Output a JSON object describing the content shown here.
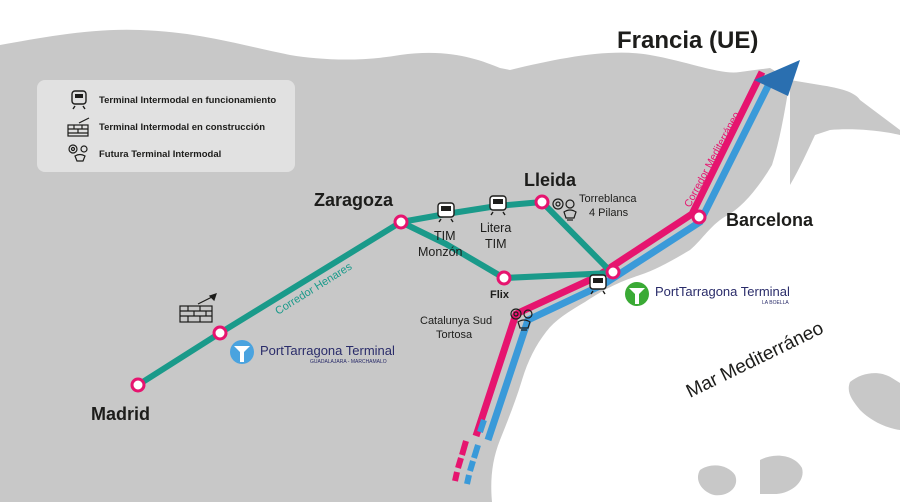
{
  "legend": {
    "items": [
      {
        "icon": "train-station-icon",
        "label": "Terminal Intermodal en funcionamiento"
      },
      {
        "icon": "brick-wall-icon",
        "label": "Terminal Intermodal en construcción"
      },
      {
        "icon": "lightbulb-gears-icon",
        "label": "Futura Terminal Intermodal"
      }
    ]
  },
  "cities": {
    "madrid": "Madrid",
    "zaragoza": "Zaragoza",
    "lleida": "Lleida",
    "barcelona": "Barcelona"
  },
  "places": {
    "tim_monzon_1": "TIM",
    "tim_monzon_2": "Monzón",
    "litera_1": "Litera",
    "litera_2": "TIM",
    "torreblanca_1": "Torreblanca",
    "torreblanca_2": "4 Pilans",
    "flix": "Flix",
    "catalunya_1": "Catalunya Sud",
    "catalunya_2": "Tortosa"
  },
  "destination": "Francia (UE)",
  "sea": "Mar Mediterráneo",
  "corridors": {
    "henares": "Corredor Henares",
    "mediterraneo": "Corredor Mediterráneo"
  },
  "terminals": {
    "guadalajara": {
      "name": "PortTarragona Terminal",
      "sub": "GUADALAJARA - MARCHAMALO"
    },
    "boella": {
      "name": "PortTarragona Terminal",
      "sub": "LA BOELLA"
    }
  },
  "colors": {
    "land": "#c8c8c8",
    "sea": "#ffffff",
    "teal_line": "#1a9a8a",
    "pink_line": "#e6146f",
    "blue_line": "#3a9ad9",
    "arrow": "#2a6fb0",
    "brand_navy": "#2a2c6a",
    "brand_green": "#3aaa35",
    "brand_blue": "#4aa3df"
  }
}
